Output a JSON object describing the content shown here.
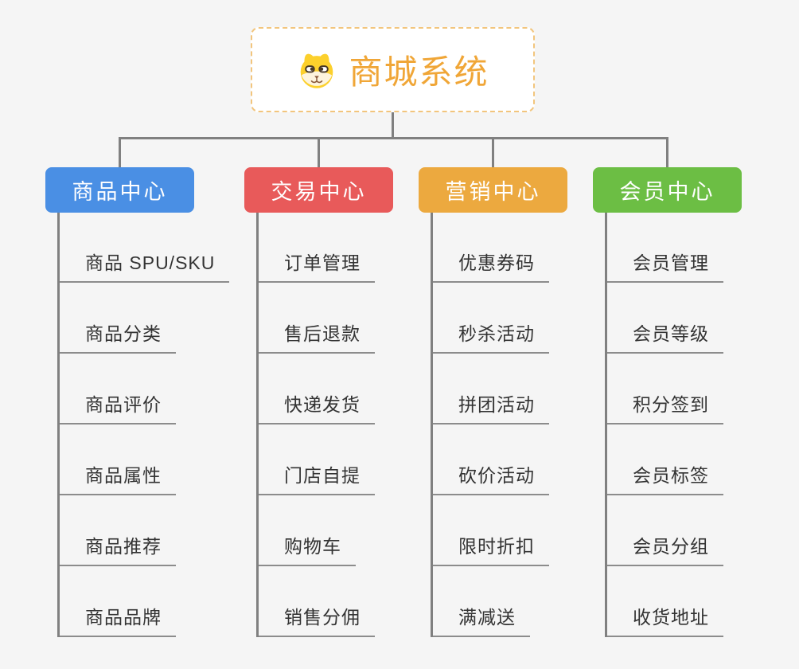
{
  "root": {
    "label": "商城系统",
    "icon": "dog-face-icon",
    "text_color": "#f0a637",
    "border_color": "#f2c57d",
    "background": "#ffffff"
  },
  "branches": [
    {
      "id": "product-center",
      "label": "商品中心",
      "color": "#4a8fe4",
      "children": [
        "商品 SPU/SKU",
        "商品分类",
        "商品评价",
        "商品属性",
        "商品推荐",
        "商品品牌"
      ]
    },
    {
      "id": "trade-center",
      "label": "交易中心",
      "color": "#e85a5a",
      "children": [
        "订单管理",
        "售后退款",
        "快递发货",
        "门店自提",
        "购物车",
        "销售分佣"
      ]
    },
    {
      "id": "marketing-center",
      "label": "营销中心",
      "color": "#eca93f",
      "children": [
        "优惠券码",
        "秒杀活动",
        "拼团活动",
        "砍价活动",
        "限时折扣",
        "满减送"
      ]
    },
    {
      "id": "member-center",
      "label": "会员中心",
      "color": "#6cbe44",
      "children": [
        "会员管理",
        "会员等级",
        "积分签到",
        "会员标签",
        "会员分组",
        "收货地址"
      ]
    }
  ],
  "connector_color": "#808080",
  "underline_color": "#8c8c8c",
  "leaf_text_color": "#333333",
  "background_color": "#f5f5f5"
}
